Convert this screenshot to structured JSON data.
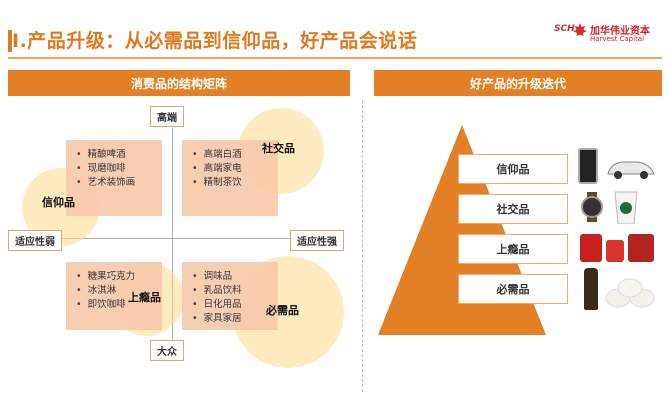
{
  "slide": {
    "title": "I.产品升级：从必需品到信仰品，好产品会说话",
    "logo_mark": "SCH",
    "logo_cn": "加华伟业资本",
    "logo_en": "Harvest Capital"
  },
  "left_panel": {
    "header": "消费品的结构矩阵",
    "axis_top": "高端",
    "axis_bottom": "大众",
    "axis_left": "适应性弱",
    "axis_right": "适应性强",
    "quadrants": {
      "top_left": [
        "精酿啤酒",
        "现磨咖啡",
        "艺术装饰画"
      ],
      "top_right": [
        "高端白酒",
        "高端家电",
        "精制茶饮"
      ],
      "bottom_left": [
        "糖果巧克力",
        "冰淇淋",
        "即饮咖啡"
      ],
      "bottom_right": [
        "调味品",
        "乳品饮料",
        "日化用品",
        "家具家居"
      ]
    },
    "circles": {
      "social": "社交品",
      "faith": "信仰品",
      "addictive": "上瘾品",
      "necessity": "必需品"
    }
  },
  "right_panel": {
    "header": "好产品的升级迭代",
    "levels": [
      "信仰品",
      "社交品",
      "上瘾品",
      "必需品"
    ],
    "colors": {
      "pyramid": "#e37f24",
      "accent": "#e07a1e"
    }
  }
}
